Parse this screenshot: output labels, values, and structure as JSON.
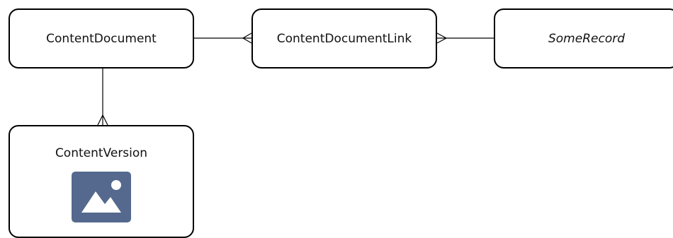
{
  "nodes": {
    "content_document": {
      "label": "ContentDocument"
    },
    "content_document_link": {
      "label": "ContentDocumentLink"
    },
    "some_record": {
      "label": "SomeRecord"
    },
    "content_version": {
      "label": "ContentVersion",
      "icon": "image-icon"
    }
  },
  "relationships": [
    {
      "from": "ContentDocument",
      "to": "ContentDocumentLink",
      "notation": "one-to-many (crow's foot at ContentDocumentLink)"
    },
    {
      "from": "SomeRecord",
      "to": "ContentDocumentLink",
      "notation": "one-to-many (crow's foot at ContentDocumentLink)"
    },
    {
      "from": "ContentDocument",
      "to": "ContentVersion",
      "notation": "one-to-many (crow's foot at ContentVersion)"
    }
  ],
  "colors": {
    "stroke": "#000000",
    "node_fill": "#ffffff",
    "icon_fill": "#54698d",
    "icon_glyph": "#ffffff"
  }
}
